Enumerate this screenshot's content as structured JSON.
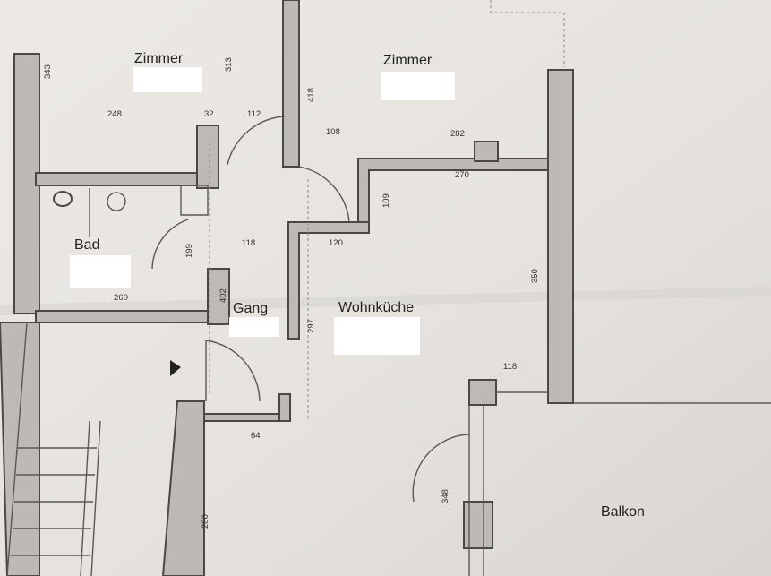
{
  "plan": {
    "rooms": [
      {
        "label": "Zimmer"
      },
      {
        "label": "Zimmer"
      },
      {
        "label": "Bad"
      },
      {
        "label": "Gang"
      },
      {
        "label": "Wohnküche"
      },
      {
        "label": "Balkon"
      }
    ],
    "dimensions": [
      "343",
      "313",
      "248",
      "32",
      "112",
      "418",
      "108",
      "282",
      "270",
      "109",
      "199",
      "118",
      "120",
      "260",
      "402",
      "297",
      "350",
      "118",
      "64",
      "348",
      "280"
    ]
  },
  "colors": {
    "paper": "#e9e6e2",
    "wall_fill": "#bdbab5",
    "line": "#4a4846"
  }
}
